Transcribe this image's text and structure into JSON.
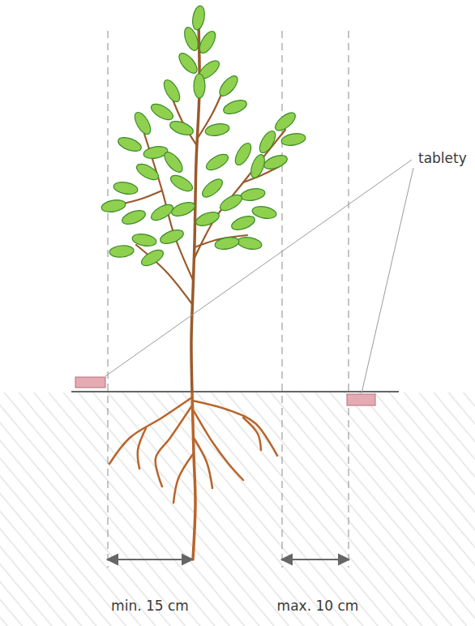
{
  "diagram": {
    "labels": [
      "tablety",
      "min. 15 cm",
      "max. 10 cm"
    ]
  }
}
